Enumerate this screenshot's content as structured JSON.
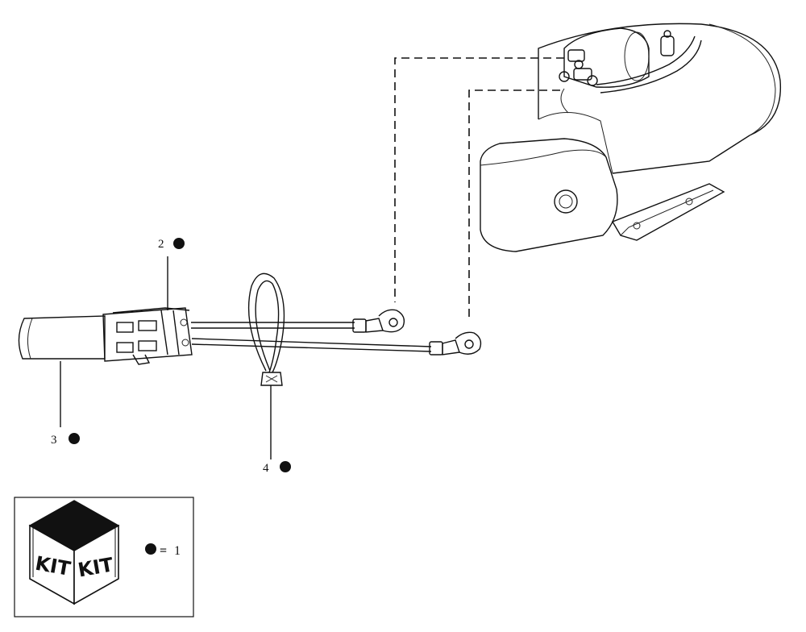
{
  "callouts": [
    {
      "id": "2",
      "label": "2"
    },
    {
      "id": "3",
      "label": "3"
    },
    {
      "id": "4",
      "label": "4"
    }
  ],
  "legend": {
    "kit_left": "KIT",
    "kit_right": "KIT",
    "equals": "=",
    "quantity": "1"
  }
}
